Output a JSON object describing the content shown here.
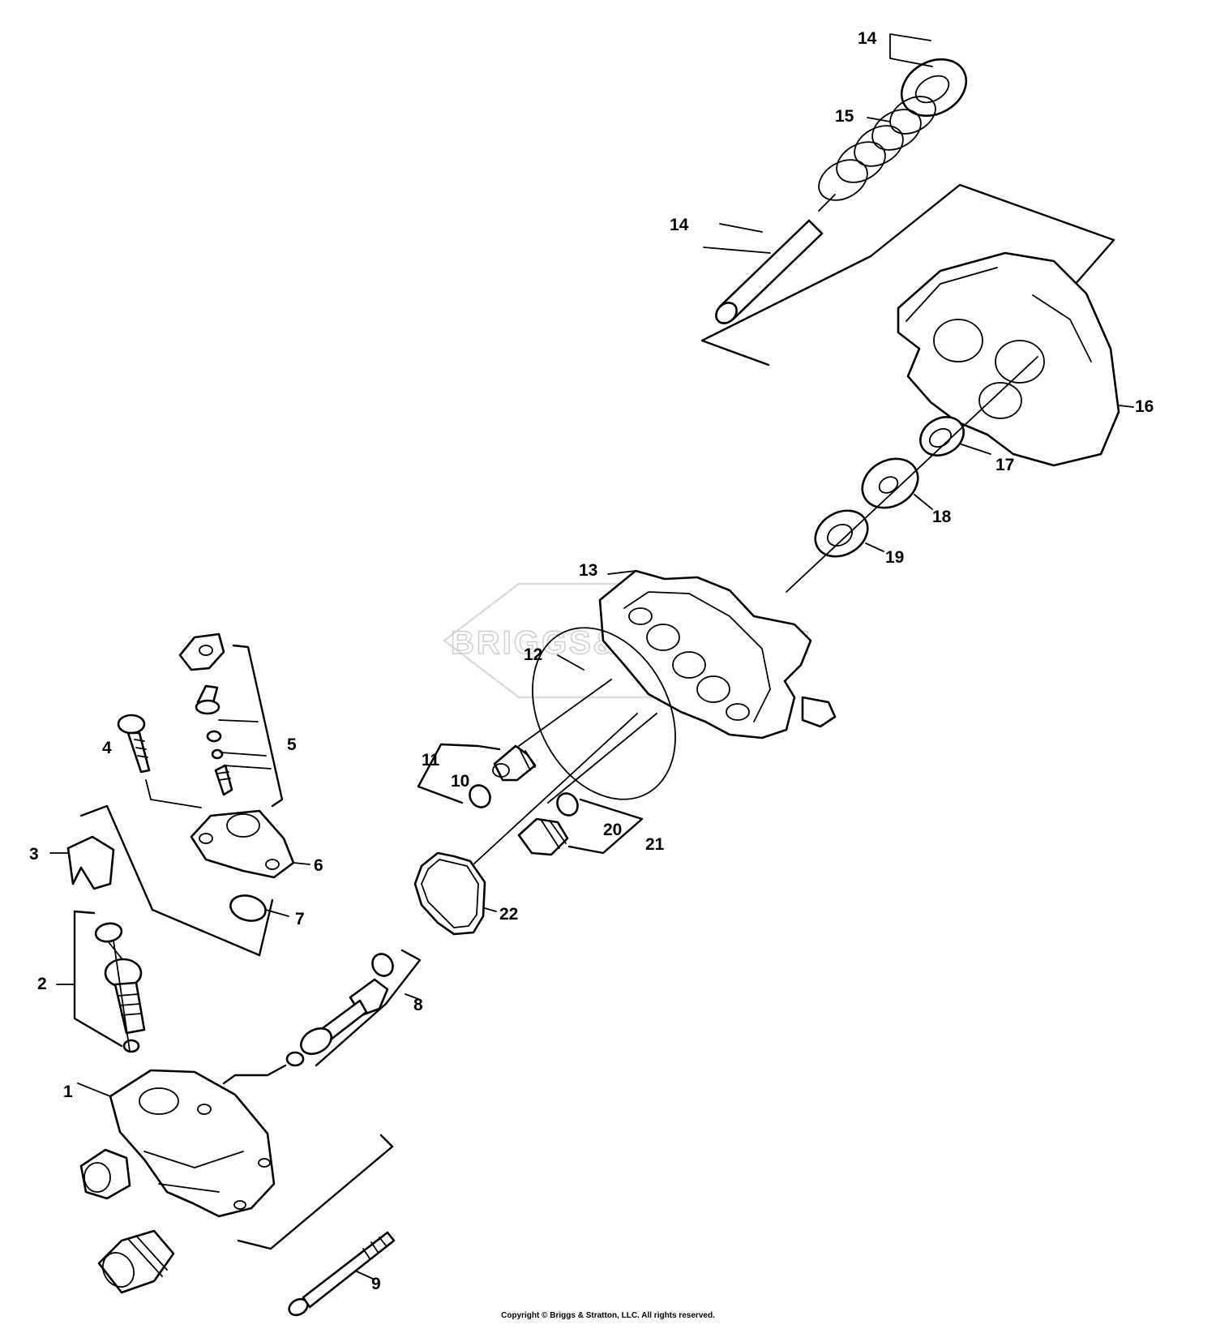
{
  "watermark": {
    "text": "BRIGGS&STRATTON"
  },
  "callouts": [
    {
      "id": "p1",
      "label": "1"
    },
    {
      "id": "p2",
      "label": "2"
    },
    {
      "id": "p3",
      "label": "3"
    },
    {
      "id": "p4",
      "label": "4"
    },
    {
      "id": "p5",
      "label": "5"
    },
    {
      "id": "p6",
      "label": "6"
    },
    {
      "id": "p7",
      "label": "7"
    },
    {
      "id": "p8",
      "label": "8"
    },
    {
      "id": "p9",
      "label": "9"
    },
    {
      "id": "p10",
      "label": "10"
    },
    {
      "id": "p11",
      "label": "11"
    },
    {
      "id": "p12",
      "label": "12"
    },
    {
      "id": "p13",
      "label": "13"
    },
    {
      "id": "p14a",
      "label": "14"
    },
    {
      "id": "p14b",
      "label": "14"
    },
    {
      "id": "p15",
      "label": "15"
    },
    {
      "id": "p16",
      "label": "16"
    },
    {
      "id": "p17",
      "label": "17"
    },
    {
      "id": "p18",
      "label": "18"
    },
    {
      "id": "p19",
      "label": "19"
    },
    {
      "id": "p20",
      "label": "20"
    },
    {
      "id": "p21",
      "label": "21"
    },
    {
      "id": "p22",
      "label": "22"
    }
  ],
  "footer": {
    "copyright": "Copyright © Briggs & Stratton, LLC. All rights reserved."
  }
}
